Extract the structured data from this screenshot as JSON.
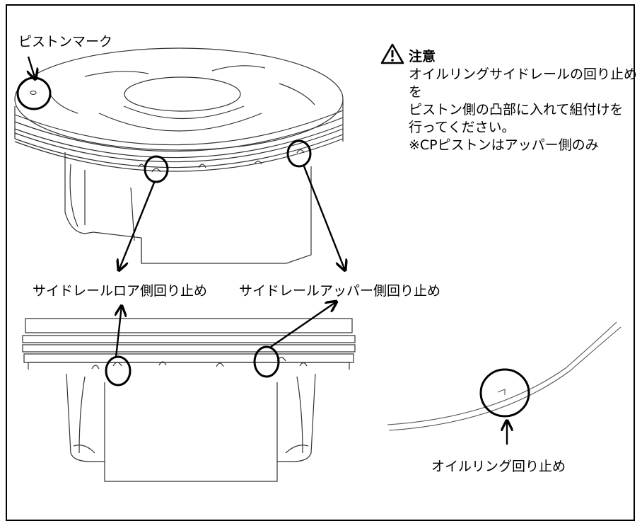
{
  "labels": {
    "piston_mark": "ピストンマーク",
    "side_rail_lower": "サイドレールロア側回り止め",
    "side_rail_upper": "サイドレールアッパー側回り止め",
    "oil_ring_stop": "オイルリング回り止め"
  },
  "caution": {
    "title": "注意",
    "lines": [
      "オイルリングサイドレールの回り止めを",
      "ピストン側の凸部に入れて組付けを",
      "行ってください。",
      "※CPピストンはアッパー側のみ"
    ]
  },
  "icons": {
    "warning": "warning-triangle-icon"
  }
}
